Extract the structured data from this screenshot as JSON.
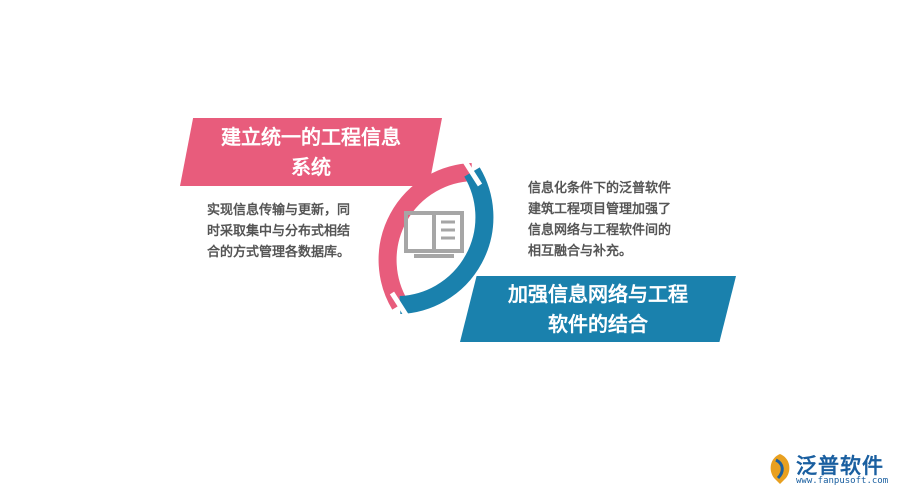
{
  "banners": {
    "top_left": "建立统一的工程信息系统",
    "bottom_right": "加强信息网络与工程软件的结合"
  },
  "descriptions": {
    "left": "实现信息传输与更新，同时采取集中与分布式相结合的方式管理各数据库。",
    "right": "信息化条件下的泛普软件建筑工程项目管理加强了信息网络与工程软件间的相互融合与补充。"
  },
  "center_icon": "open-book-icon",
  "colors": {
    "pink": "#e85c7c",
    "blue": "#1a81ad",
    "icon_gray": "#a6a6a6"
  },
  "logo": {
    "name": "泛普软件",
    "url": "www.fanpusoft.com"
  }
}
